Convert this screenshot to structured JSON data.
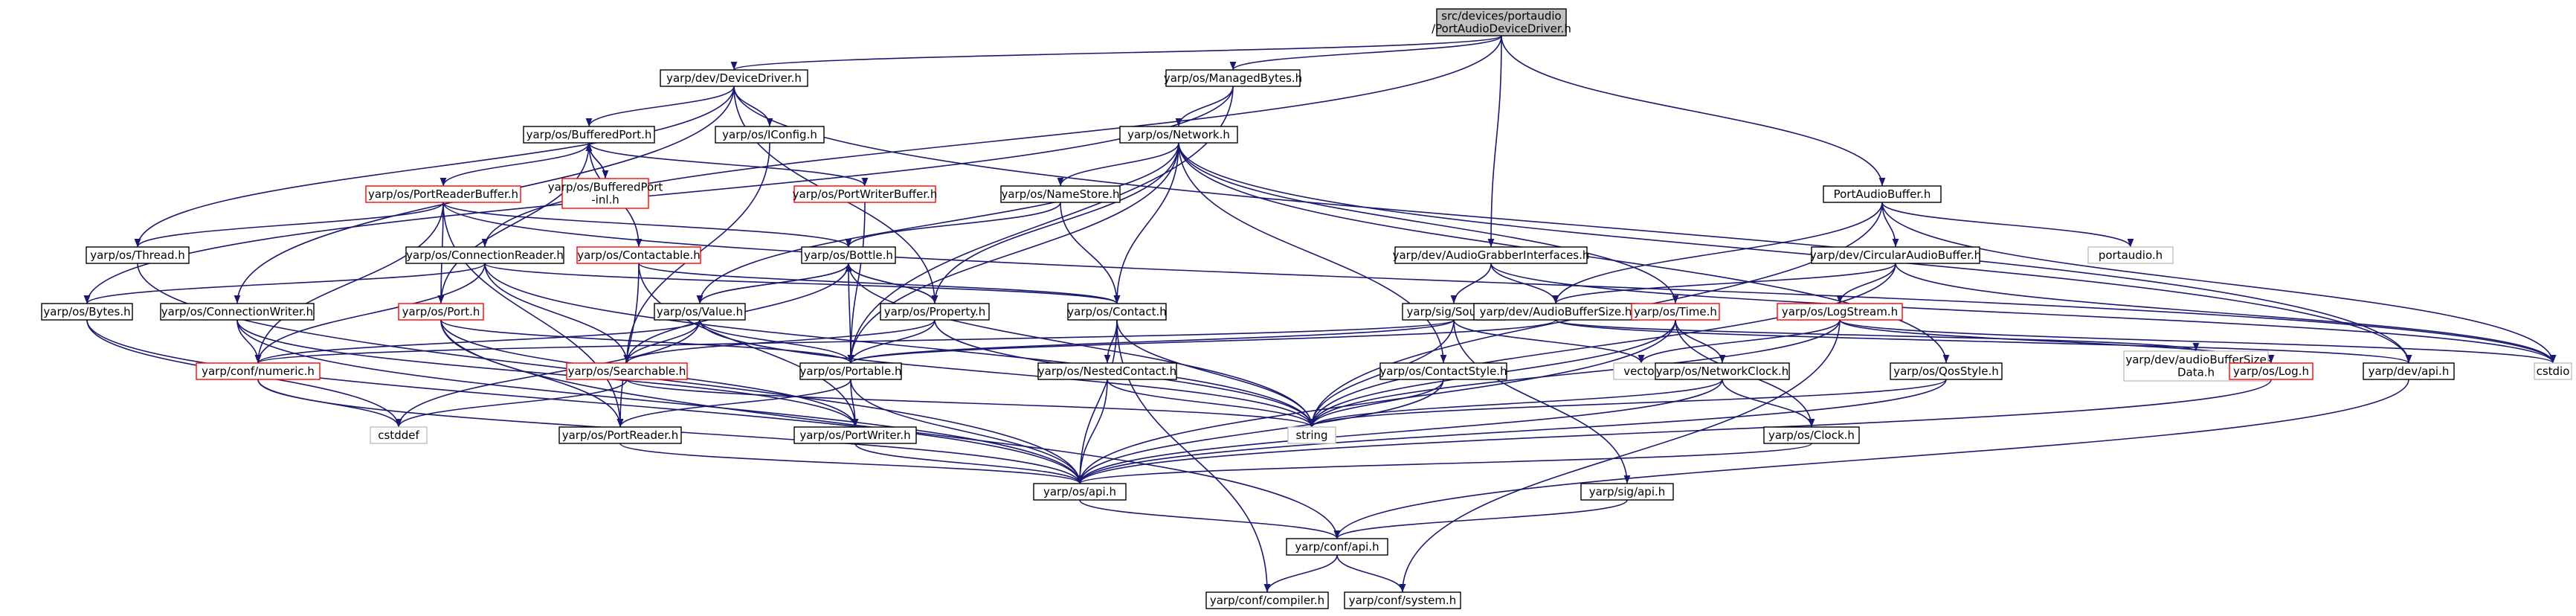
{
  "colors": {
    "edge": "#191970",
    "box_border": "#000000",
    "box_border_missing": "#ff0000",
    "box_border_external": "#bfbfbf",
    "root_fill": "#bfbfbf",
    "fill": "#ffffff"
  },
  "nodes": [
    {
      "id": "root",
      "lines": [
        "src/devices/portaudio",
        "/PortAudioDeviceDriver.h"
      ],
      "kind": "root"
    },
    {
      "id": "devicedriver",
      "lines": [
        "yarp/dev/DeviceDriver.h"
      ],
      "kind": "normal"
    },
    {
      "id": "managedbytes",
      "lines": [
        "yarp/os/ManagedBytes.h"
      ],
      "kind": "normal"
    },
    {
      "id": "bufferedport",
      "lines": [
        "yarp/os/BufferedPort.h"
      ],
      "kind": "normal"
    },
    {
      "id": "iconfig",
      "lines": [
        "yarp/os/IConfig.h"
      ],
      "kind": "normal"
    },
    {
      "id": "network",
      "lines": [
        "yarp/os/Network.h"
      ],
      "kind": "normal"
    },
    {
      "id": "portreaderbuffer",
      "lines": [
        "yarp/os/PortReaderBuffer.h"
      ],
      "kind": "missing"
    },
    {
      "id": "bufferedportinl",
      "lines": [
        "yarp/os/BufferedPort",
        "-inl.h"
      ],
      "kind": "missing"
    },
    {
      "id": "portwriterbuffer",
      "lines": [
        "yarp/os/PortWriterBuffer.h"
      ],
      "kind": "missing"
    },
    {
      "id": "namestore",
      "lines": [
        "yarp/os/NameStore.h"
      ],
      "kind": "normal"
    },
    {
      "id": "portaudiobuffer",
      "lines": [
        "PortAudioBuffer.h"
      ],
      "kind": "normal"
    },
    {
      "id": "thread",
      "lines": [
        "yarp/os/Thread.h"
      ],
      "kind": "normal"
    },
    {
      "id": "connectionreader",
      "lines": [
        "yarp/os/ConnectionReader.h"
      ],
      "kind": "normal"
    },
    {
      "id": "contactable",
      "lines": [
        "yarp/os/Contactable.h"
      ],
      "kind": "missing"
    },
    {
      "id": "bottle",
      "lines": [
        "yarp/os/Bottle.h"
      ],
      "kind": "normal"
    },
    {
      "id": "audiograbber",
      "lines": [
        "yarp/dev/AudioGrabberInterfaces.h"
      ],
      "kind": "normal"
    },
    {
      "id": "circularaudio",
      "lines": [
        "yarp/dev/CircularAudioBuffer.h"
      ],
      "kind": "normal"
    },
    {
      "id": "portaudioh",
      "lines": [
        "portaudio.h"
      ],
      "kind": "external"
    },
    {
      "id": "bytes",
      "lines": [
        "yarp/os/Bytes.h"
      ],
      "kind": "normal"
    },
    {
      "id": "connectionwriter",
      "lines": [
        "yarp/os/ConnectionWriter.h"
      ],
      "kind": "normal"
    },
    {
      "id": "port",
      "lines": [
        "yarp/os/Port.h"
      ],
      "kind": "missing"
    },
    {
      "id": "value",
      "lines": [
        "yarp/os/Value.h"
      ],
      "kind": "normal"
    },
    {
      "id": "property",
      "lines": [
        "yarp/os/Property.h"
      ],
      "kind": "normal"
    },
    {
      "id": "contact",
      "lines": [
        "yarp/os/Contact.h"
      ],
      "kind": "normal"
    },
    {
      "id": "sound",
      "lines": [
        "yarp/sig/Sound.h"
      ],
      "kind": "normal"
    },
    {
      "id": "audiobuffersize",
      "lines": [
        "yarp/dev/AudioBufferSize.h"
      ],
      "kind": "normal"
    },
    {
      "id": "time",
      "lines": [
        "yarp/os/Time.h"
      ],
      "kind": "missing"
    },
    {
      "id": "logstream",
      "lines": [
        "yarp/os/LogStream.h"
      ],
      "kind": "missing"
    },
    {
      "id": "numeric",
      "lines": [
        "yarp/conf/numeric.h"
      ],
      "kind": "missing"
    },
    {
      "id": "searchable",
      "lines": [
        "yarp/os/Searchable.h"
      ],
      "kind": "missing"
    },
    {
      "id": "portable",
      "lines": [
        "yarp/os/Portable.h"
      ],
      "kind": "normal"
    },
    {
      "id": "nestedcontact",
      "lines": [
        "yarp/os/NestedContact.h"
      ],
      "kind": "normal"
    },
    {
      "id": "contactstyle",
      "lines": [
        "yarp/os/ContactStyle.h"
      ],
      "kind": "normal"
    },
    {
      "id": "vector",
      "lines": [
        "vector"
      ],
      "kind": "external"
    },
    {
      "id": "networkclock",
      "lines": [
        "yarp/os/NetworkClock.h"
      ],
      "kind": "normal"
    },
    {
      "id": "qosstyle",
      "lines": [
        "yarp/os/QosStyle.h"
      ],
      "kind": "normal"
    },
    {
      "id": "audiobuffersizedata",
      "lines": [
        "yarp/dev/audioBufferSize",
        "Data.h"
      ],
      "kind": "external"
    },
    {
      "id": "log",
      "lines": [
        "yarp/os/Log.h"
      ],
      "kind": "missing"
    },
    {
      "id": "devapi",
      "lines": [
        "yarp/dev/api.h"
      ],
      "kind": "normal"
    },
    {
      "id": "cstdio",
      "lines": [
        "cstdio"
      ],
      "kind": "external"
    },
    {
      "id": "cstddef",
      "lines": [
        "cstddef"
      ],
      "kind": "external"
    },
    {
      "id": "portreader",
      "lines": [
        "yarp/os/PortReader.h"
      ],
      "kind": "normal"
    },
    {
      "id": "portwriter",
      "lines": [
        "yarp/os/PortWriter.h"
      ],
      "kind": "normal"
    },
    {
      "id": "string",
      "lines": [
        "string"
      ],
      "kind": "external"
    },
    {
      "id": "clock",
      "lines": [
        "yarp/os/Clock.h"
      ],
      "kind": "normal"
    },
    {
      "id": "osapi",
      "lines": [
        "yarp/os/api.h"
      ],
      "kind": "normal"
    },
    {
      "id": "sigapi",
      "lines": [
        "yarp/sig/api.h"
      ],
      "kind": "normal"
    },
    {
      "id": "confapi",
      "lines": [
        "yarp/conf/api.h"
      ],
      "kind": "normal"
    },
    {
      "id": "compiler",
      "lines": [
        "yarp/conf/compiler.h"
      ],
      "kind": "normal"
    },
    {
      "id": "system",
      "lines": [
        "yarp/conf/system.h"
      ],
      "kind": "normal"
    }
  ],
  "edges": [
    [
      "root",
      "devicedriver"
    ],
    [
      "root",
      "managedbytes"
    ],
    [
      "root",
      "portaudiobuffer"
    ],
    [
      "root",
      "audiograbber"
    ],
    [
      "root",
      "connectionreader"
    ],
    [
      "devicedriver",
      "bufferedport"
    ],
    [
      "devicedriver",
      "iconfig"
    ],
    [
      "devicedriver",
      "property"
    ],
    [
      "devicedriver",
      "thread"
    ],
    [
      "devicedriver",
      "connectionwriter"
    ],
    [
      "devicedriver",
      "devapi"
    ],
    [
      "managedbytes",
      "network"
    ],
    [
      "managedbytes",
      "portable"
    ],
    [
      "managedbytes",
      "bytes"
    ],
    [
      "bufferedport",
      "portreaderbuffer"
    ],
    [
      "bufferedport",
      "bufferedportinl"
    ],
    [
      "bufferedport",
      "portwriterbuffer"
    ],
    [
      "bufferedport",
      "contactable"
    ],
    [
      "bufferedport",
      "port"
    ],
    [
      "bufferedportinl",
      "bufferedport"
    ],
    [
      "iconfig",
      "searchable"
    ],
    [
      "network",
      "namestore"
    ],
    [
      "network",
      "value"
    ],
    [
      "network",
      "property"
    ],
    [
      "network",
      "contact"
    ],
    [
      "network",
      "time"
    ],
    [
      "network",
      "contactstyle"
    ],
    [
      "network",
      "qosstyle"
    ],
    [
      "network",
      "portable"
    ],
    [
      "network",
      "devapi"
    ],
    [
      "portreaderbuffer",
      "thread"
    ],
    [
      "portreaderbuffer",
      "bottle"
    ],
    [
      "portreaderbuffer",
      "port"
    ],
    [
      "portreaderbuffer",
      "portreader"
    ],
    [
      "portreaderbuffer",
      "cstdio"
    ],
    [
      "portreaderbuffer",
      "numeric"
    ],
    [
      "portwriterbuffer",
      "portable"
    ],
    [
      "namestore",
      "contact"
    ],
    [
      "namestore",
      "bottle"
    ],
    [
      "portaudiobuffer",
      "circularaudio"
    ],
    [
      "portaudiobuffer",
      "audiobuffersize"
    ],
    [
      "portaudiobuffer",
      "portaudioh"
    ],
    [
      "portaudiobuffer",
      "cstdio"
    ],
    [
      "portaudiobuffer",
      "string"
    ],
    [
      "thread",
      "osapi"
    ],
    [
      "connectionreader",
      "bytes"
    ],
    [
      "connectionreader",
      "contact"
    ],
    [
      "connectionreader",
      "searchable"
    ],
    [
      "connectionreader",
      "string"
    ],
    [
      "connectionreader",
      "numeric"
    ],
    [
      "contactable",
      "portreader"
    ],
    [
      "contactable",
      "portwriter"
    ],
    [
      "contactable",
      "contact"
    ],
    [
      "bottle",
      "value"
    ],
    [
      "bottle",
      "property"
    ],
    [
      "bottle",
      "portable"
    ],
    [
      "bottle",
      "searchable"
    ],
    [
      "bottle",
      "string"
    ],
    [
      "audiograbber",
      "audiobuffersize"
    ],
    [
      "audiograbber",
      "sound"
    ],
    [
      "audiograbber",
      "cstdio"
    ],
    [
      "circularaudio",
      "audiobuffersize"
    ],
    [
      "circularaudio",
      "logstream"
    ],
    [
      "circularaudio",
      "cstdio"
    ],
    [
      "circularaudio",
      "string"
    ],
    [
      "bytes",
      "cstddef"
    ],
    [
      "bytes",
      "osapi"
    ],
    [
      "connectionwriter",
      "numeric"
    ],
    [
      "connectionwriter",
      "portwriter"
    ],
    [
      "connectionwriter",
      "osapi"
    ],
    [
      "port",
      "portable"
    ],
    [
      "port",
      "portreader"
    ],
    [
      "port",
      "portwriter"
    ],
    [
      "port",
      "confapi"
    ],
    [
      "value",
      "bottle"
    ],
    [
      "value",
      "searchable"
    ],
    [
      "value",
      "portable"
    ],
    [
      "value",
      "numeric"
    ],
    [
      "value",
      "string"
    ],
    [
      "value",
      "cstddef"
    ],
    [
      "property",
      "bottle"
    ],
    [
      "property",
      "searchable"
    ],
    [
      "property",
      "portable"
    ],
    [
      "property",
      "string"
    ],
    [
      "contact",
      "nestedcontact"
    ],
    [
      "contact",
      "string"
    ],
    [
      "contact",
      "compiler"
    ],
    [
      "contact",
      "osapi"
    ],
    [
      "sound",
      "portable"
    ],
    [
      "sound",
      "vector"
    ],
    [
      "sound",
      "string"
    ],
    [
      "sound",
      "sigapi"
    ],
    [
      "sound",
      "numeric"
    ],
    [
      "audiobuffersize",
      "audiobuffersizedata"
    ],
    [
      "audiobuffersize",
      "portable"
    ],
    [
      "audiobuffersize",
      "devapi"
    ],
    [
      "time",
      "networkclock"
    ],
    [
      "time",
      "clock"
    ],
    [
      "time",
      "string"
    ],
    [
      "time",
      "osapi"
    ],
    [
      "logstream",
      "log"
    ],
    [
      "logstream",
      "vector"
    ],
    [
      "logstream",
      "string"
    ],
    [
      "logstream",
      "cstdio"
    ],
    [
      "logstream",
      "system"
    ],
    [
      "numeric",
      "cstddef"
    ],
    [
      "numeric",
      "osapi"
    ],
    [
      "searchable",
      "string"
    ],
    [
      "searchable",
      "cstddef"
    ],
    [
      "portable",
      "portreader"
    ],
    [
      "portable",
      "portwriter"
    ],
    [
      "portable",
      "osapi"
    ],
    [
      "nestedcontact",
      "string"
    ],
    [
      "nestedcontact",
      "osapi"
    ],
    [
      "contactstyle",
      "string"
    ],
    [
      "contactstyle",
      "osapi"
    ],
    [
      "networkclock",
      "clock"
    ],
    [
      "networkclock",
      "string"
    ],
    [
      "networkclock",
      "osapi"
    ],
    [
      "qosstyle",
      "string"
    ],
    [
      "qosstyle",
      "osapi"
    ],
    [
      "log",
      "osapi"
    ],
    [
      "devapi",
      "confapi"
    ],
    [
      "portreader",
      "osapi"
    ],
    [
      "portwriter",
      "osapi"
    ],
    [
      "clock",
      "osapi"
    ],
    [
      "osapi",
      "confapi"
    ],
    [
      "sigapi",
      "confapi"
    ],
    [
      "confapi",
      "compiler"
    ],
    [
      "confapi",
      "system"
    ]
  ]
}
